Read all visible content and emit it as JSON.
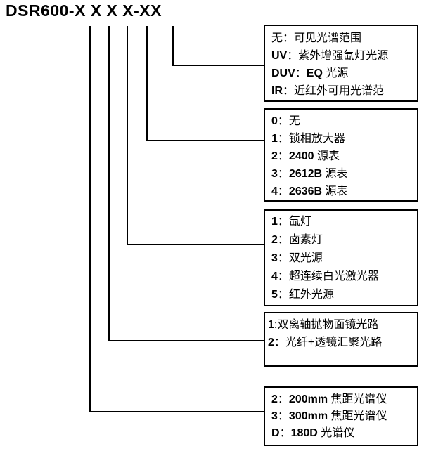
{
  "title": "DSR600-X X X X-XX",
  "colors": {
    "ink": "#000000",
    "background": "#ffffff"
  },
  "boxes": [
    {
      "items": [
        "无：可见光谱范围",
        "UV：紫外增强氙灯光源",
        "DUV：EQ 光源",
        "IR：近红外可用光谱范"
      ]
    },
    {
      "items": [
        "0：无",
        "1：锁相放大器",
        "2：2400 源表",
        "3：2612B 源表",
        "4：2636B 源表"
      ]
    },
    {
      "items": [
        "1：氙灯",
        "2：卤素灯",
        "3：双光源",
        "4：超连续白光激光器",
        "5：红外光源"
      ]
    },
    {
      "items": [
        "1:双离轴抛物面镜光路",
        "2：光纤+透镜汇聚光路"
      ]
    },
    {
      "items": [
        "2：200mm 焦距光谱仪",
        "3：300mm 焦距光谱仪",
        "D：180D 光谱仪"
      ]
    }
  ]
}
